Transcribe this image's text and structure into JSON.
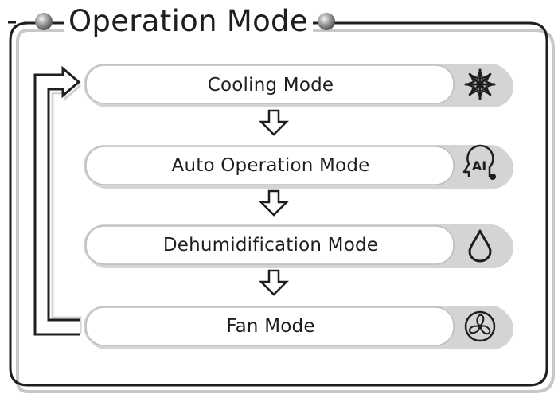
{
  "title": "Operation Mode",
  "modes": [
    {
      "label": "Cooling Mode",
      "icon": "snowflake-icon"
    },
    {
      "label": "Auto Operation Mode",
      "icon": "ai-head-icon",
      "icon_text": "AI"
    },
    {
      "label": "Dehumidification Mode",
      "icon": "water-drop-icon"
    },
    {
      "label": "Fan Mode",
      "icon": "fan-icon"
    }
  ],
  "colors": {
    "frame": "#1e1e1e",
    "pill_fill": "#ffffff",
    "pill_shadow": "#d4d4d4",
    "icon_badge": "#d4d4d4",
    "text": "#1e1e1e"
  }
}
